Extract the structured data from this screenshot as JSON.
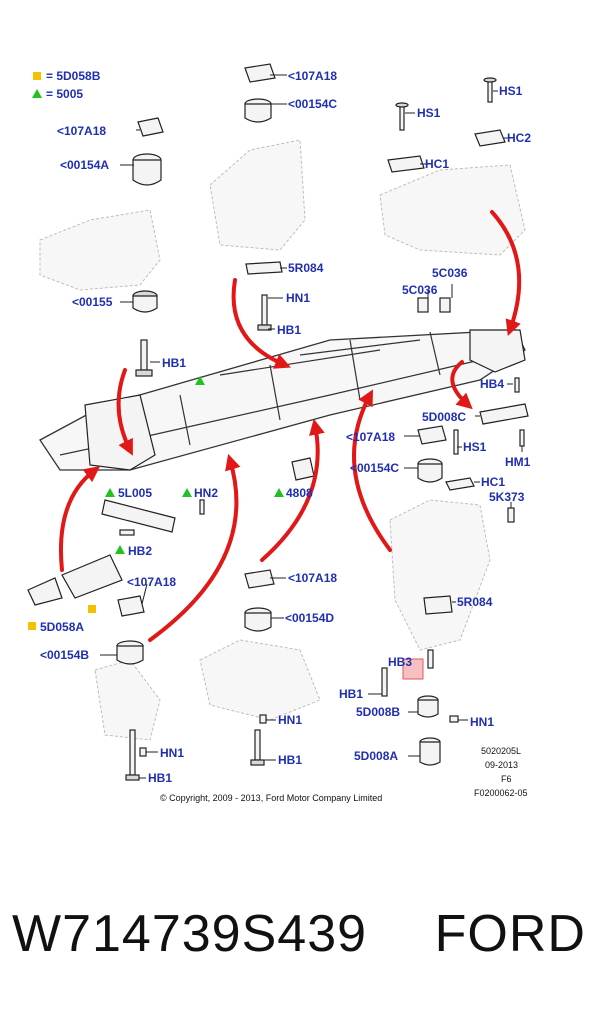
{
  "legend": [
    {
      "symbol": "square",
      "color": "#f2c200",
      "text": "= 5D058B"
    },
    {
      "symbol": "triangle",
      "color": "#22c122",
      "text": "= 5005"
    }
  ],
  "callouts": {
    "c107a18_top": "<107A18",
    "c00154c_top": "<00154C",
    "hs1_top_right": "HS1",
    "hs1_top": "HS1",
    "hc2": "HC2",
    "hc1_top": "HC1",
    "c107a18_left": "<107A18",
    "c00154a": "<00154A",
    "c00155": "<00155",
    "hb1_left": "HB1",
    "r5r084_top": "5R084",
    "hn1_top": "HN1",
    "hb1_mid": "HB1",
    "c5c036_a": "5C036",
    "c5c036_b": "5C036",
    "hb4": "HB4",
    "c5d008c": "5D008C",
    "hs1_mid": "HS1",
    "hm1": "HM1",
    "c107a18_mid": "<107A18",
    "c00154c_mid": "<00154C",
    "hc1_mid": "HC1",
    "c5k373": "5K373",
    "c5l005": "5L005",
    "hn2": "HN2",
    "c4808": "4808",
    "hb2": "HB2",
    "c107a18_low_left": "<107A18",
    "c5d058a": "5D058A",
    "c00154b": "<00154B",
    "c107a18_low_mid": "<107A18",
    "c00154d": "<00154D",
    "r5r084_low": "5R084",
    "hb3": "HB3",
    "hb1_low_right": "HB1",
    "c5d008b": "5D008B",
    "hn1_low_right": "HN1",
    "hn1_low_mid": "HN1",
    "hb1_low_mid": "HB1",
    "hn1_low_left": "HN1",
    "hb1_low_left": "HB1",
    "c5d008a": "5D008A"
  },
  "drawing_info": {
    "line1": "5020205L",
    "line2": "09-2013",
    "line3": "F6",
    "line4": "F0200062-05"
  },
  "copyright": "© Copyright, 2009 - 2013, Ford Motor Company Limited",
  "part_number": "W714739S439",
  "brand": "FORD"
}
